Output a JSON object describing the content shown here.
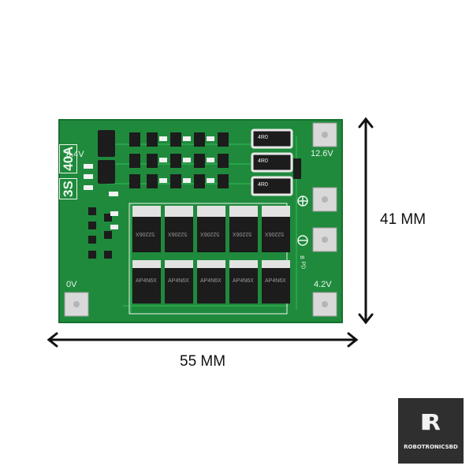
{
  "board": {
    "label_8v4": "8.4V",
    "label_12v6": "12.6V",
    "label_0v": "0V",
    "label_4v2": "4.2V",
    "model_cells": "3S",
    "model_current": "40A",
    "label_pd": "PD",
    "label_b": "B",
    "resistor_value": "4R0",
    "mosfet_codes_top": [
      "52206X",
      "52206X",
      "52206X",
      "52206X",
      "52206X"
    ],
    "mosfet_codes_bottom": [
      "AP4N6X",
      "AP4N6X",
      "AP4N6X",
      "AP4N6X",
      "AP4N6X"
    ]
  },
  "dimensions": {
    "height_label": "41 MM",
    "width_label": "55 MM"
  },
  "logo": {
    "mark": "IR",
    "brand": "ROBOTRONICSBD"
  },
  "colors": {
    "pcb_green": "#1f8a3c",
    "pad_silver": "#d9d9d9",
    "component_black": "#1c1c1c",
    "silkscreen": "#eaf6ec",
    "logo_bg": "#2f2f2f"
  }
}
